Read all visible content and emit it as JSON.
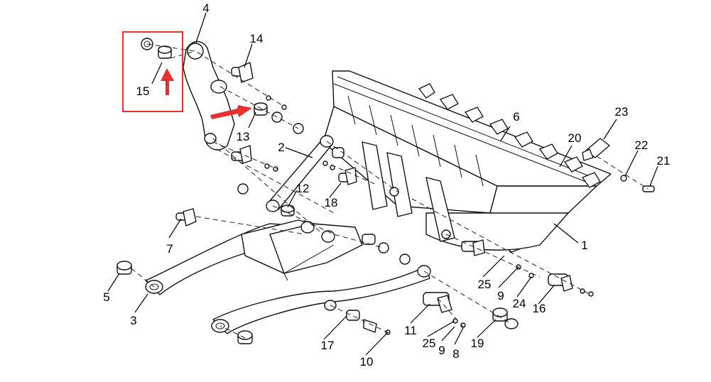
{
  "diagram": {
    "type": "exploded-parts-diagram",
    "highlight_color": "#e8312f",
    "highlighted_part": "15",
    "arrow_targets": [
      "15",
      "13"
    ],
    "callouts": [
      "1",
      "2",
      "3",
      "4",
      "5",
      "6",
      "7",
      "8",
      "9",
      "9",
      "10",
      "11",
      "12",
      "13",
      "14",
      "15",
      "16",
      "17",
      "18",
      "19",
      "20",
      "21",
      "22",
      "23",
      "24",
      "25",
      "25"
    ]
  }
}
